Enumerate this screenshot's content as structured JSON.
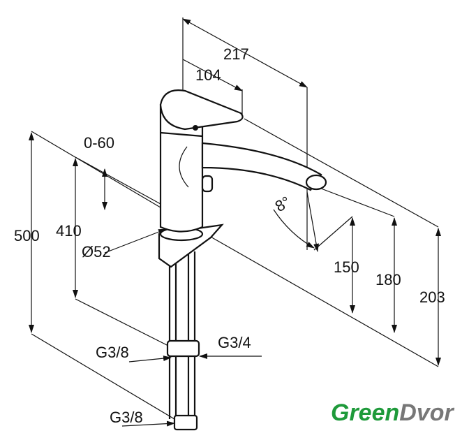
{
  "dimensions": {
    "total_reach": "217",
    "lever_reach": "104",
    "deck_range": "0-60",
    "total_height": "500",
    "hose_height": "410",
    "diameter": "Ø52",
    "swivel_angle": "8°",
    "spout_clearance": "150",
    "spout_height": "180",
    "top_height": "203"
  },
  "connections": {
    "upper_left": "G3/8",
    "upper_right": "G3/4",
    "bottom": "G3/8"
  },
  "logo": {
    "green_part": "Green",
    "grey_part": "Dvor",
    "colors": {
      "green": "#1e9a3a",
      "grey": "#777777"
    }
  }
}
